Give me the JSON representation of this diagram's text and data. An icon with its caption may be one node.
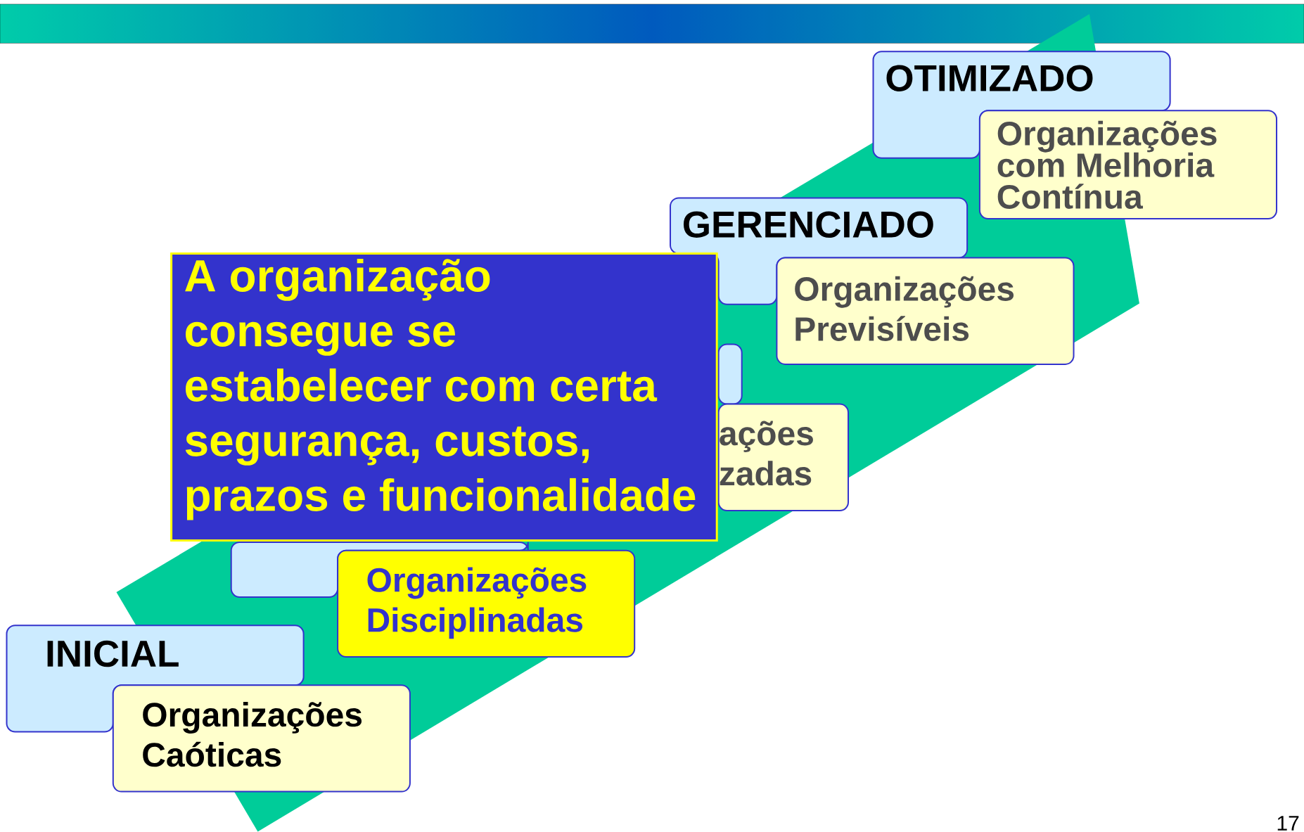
{
  "diagram": {
    "nodes": [
      {
        "text": [
          "OTIMIZADO"
        ]
      },
      {
        "text": [
          "Organizações com Melhoria Contínua"
        ]
      },
      {
        "text": [
          "GERENCIADO"
        ]
      },
      {
        "text": [
          "Organizações Previsíveis"
        ]
      },
      {
        "text": [],
        "shape": "box"
      },
      {
        "text": [
          "ações zadas"
        ]
      },
      {
        "text": [
          "A organização consegue se estabelecer com certa segurança, custos, prazos e funcionalidade"
        ]
      },
      {
        "text": [],
        "shape": "box"
      },
      {
        "text": [
          "Organizações Disciplinadas"
        ]
      },
      {
        "text": [
          "INICIAL"
        ]
      },
      {
        "text": [
          "Organizações Caóticas"
        ]
      }
    ],
    "labels": [
      "17"
    ]
  }
}
